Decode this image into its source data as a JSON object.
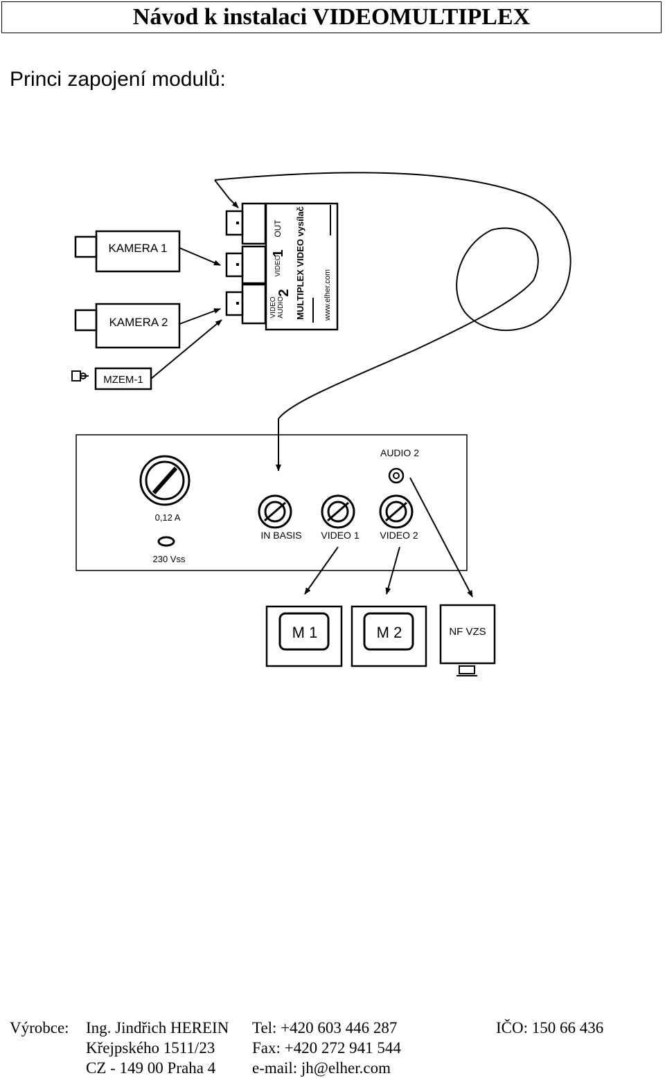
{
  "header": {
    "title": "Návod k instalaci VIDEOMULTIPLEX"
  },
  "section": {
    "heading": "Princi zapojení modulů:"
  },
  "diagram": {
    "camera1": "KAMERA 1",
    "camera2": "KAMERA 2",
    "mzem": "MZEM-1",
    "transmitter": {
      "out": "OUT",
      "video_small": "VIDEO",
      "num1": "1",
      "video_audio_a": "VIDEO",
      "video_audio_b": "AUDIO",
      "num2": "2",
      "name": "MULTIPLEX VIDEO vysílač",
      "url": "www.elher.com"
    },
    "panel": {
      "audio2": "AUDIO 2",
      "fuse": "0,12 A",
      "power": "230 Vss",
      "in_basis": "IN BASIS",
      "video1": "VIDEO 1",
      "video2": "VIDEO 2"
    },
    "monitors": {
      "m1": "M 1",
      "m2": "M 2",
      "nf": "NF VZS"
    }
  },
  "footer": {
    "manufacturer_label": "Výrobce:",
    "name": "Ing. Jindřich HEREIN",
    "street": "Křejpského 1511/23",
    "city": "CZ - 149 00  Praha 4",
    "tel": "Tel:  +420 603 446 287",
    "fax": "Fax:  +420 272 941 544",
    "email": "e-mail: jh@elher.com",
    "ico": "IČO: 150 66 436"
  }
}
